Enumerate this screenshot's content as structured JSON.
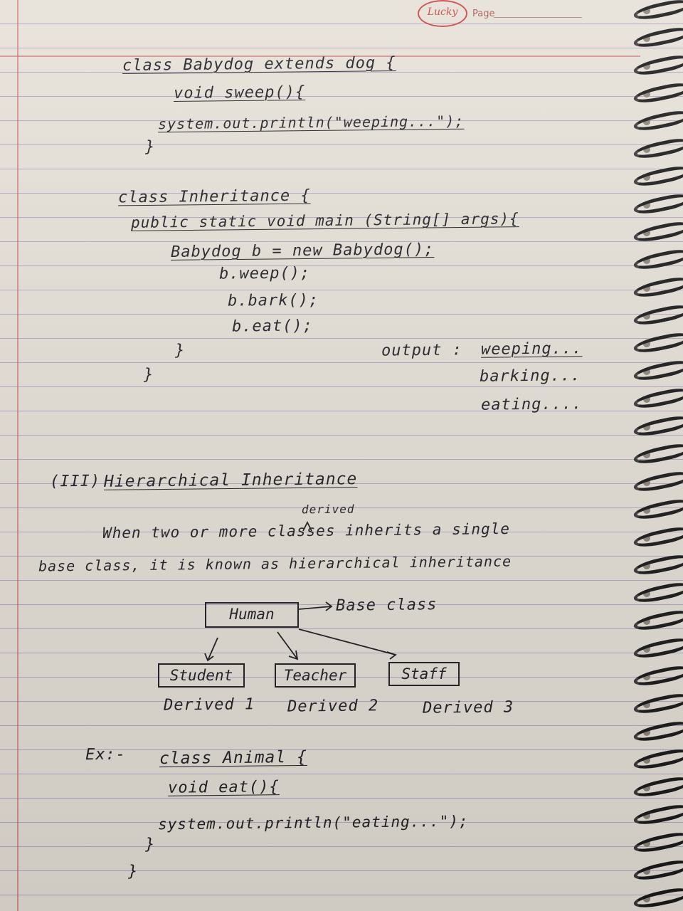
{
  "header": {
    "brand": "Lucky",
    "page_label": "Page"
  },
  "code_block_1": {
    "line1": "class Babydog extends dog {",
    "line2": "void sweep(){",
    "line3": "system.out.println(\"weeping...\");",
    "line4": "}"
  },
  "code_block_2": {
    "line1": "class Inheritance {",
    "line2": "public static void main (String[] args){",
    "line3": "Babydog b = new Babydog();",
    "line4": "b.weep();",
    "line5": "b.bark();",
    "line6": "b.eat();",
    "line7": "}",
    "line8": "}"
  },
  "output": {
    "label": "output :",
    "lines": [
      "weeping...",
      "barking...",
      "eating...."
    ]
  },
  "section": {
    "number": "(III)",
    "title": "Hierarchical Inheritance",
    "inserted_word": "derived",
    "definition_line1": "When two or more classes inherits a single",
    "definition_line2": "base class, it is known as hierarchical inheritance"
  },
  "diagram": {
    "base": "Human",
    "base_note": "Base class",
    "children": [
      {
        "name": "Student",
        "caption": "Derived 1"
      },
      {
        "name": "Teacher",
        "caption": "Derived 2"
      },
      {
        "name": "Staff",
        "caption": "Derived 3"
      }
    ]
  },
  "example": {
    "prefix": "Ex:-",
    "line1": "class Animal {",
    "line2": "void eat(){",
    "line3": "system.out.println(\"eating...\");",
    "line4": "}",
    "line5": "}"
  }
}
